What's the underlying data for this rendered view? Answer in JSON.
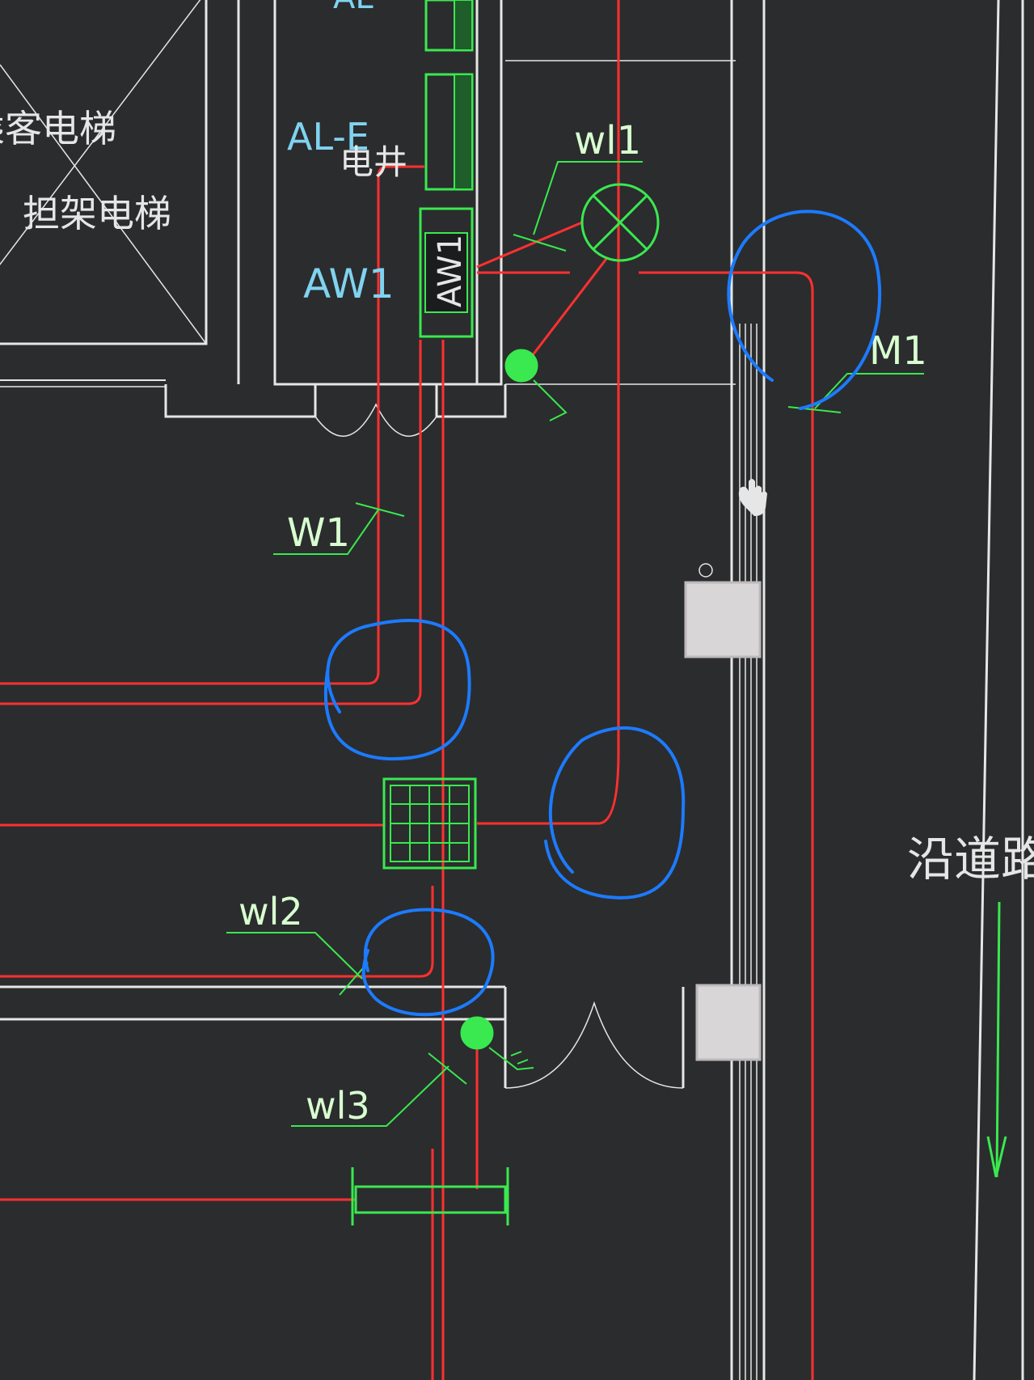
{
  "drawing": {
    "colors": {
      "background": "#2b2c2e",
      "wall": "#e6e6e6",
      "wire": "#ff3030",
      "symbol": "#39e94f",
      "label_cyan": "#7fd3f0",
      "label_green": "#d8ffd0",
      "markup": "#1c7bff",
      "fixture_fill": "#d9d6d8"
    },
    "labels": {
      "elevator_passenger": "乘客电梯",
      "elevator_stretcher": "担架电梯",
      "panel_al_top": "AL",
      "panel_ale": "AL-E",
      "shaft": "电井",
      "panel_aw1": "AW1",
      "panel_aw1_box": "AW1",
      "circuit_wl1": "wl1",
      "circuit_w1": "W1",
      "circuit_m1": "M1",
      "circuit_wl2": "wl2",
      "circuit_wl3": "wl3",
      "road_note": "沿道路"
    },
    "icons": {
      "light": "ceiling-light-crossed-circle-icon",
      "switch": "wall-switch-icon",
      "junction": "grid-junction-box-icon",
      "arrow": "down-arrow-icon",
      "hand": "hand-cursor-icon"
    }
  }
}
